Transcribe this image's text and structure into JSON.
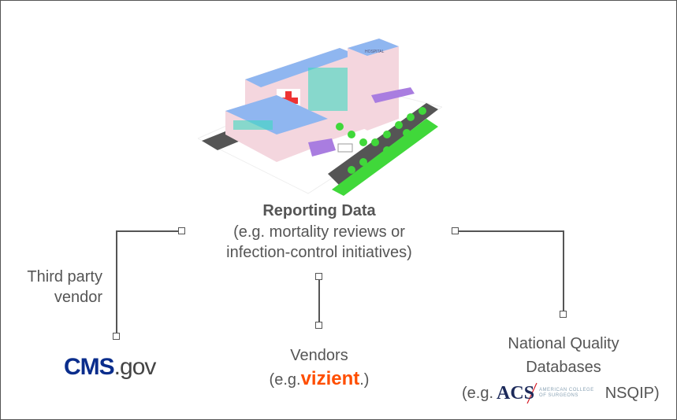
{
  "center": {
    "title": "Reporting Data",
    "line1": "(e.g. mortality reviews or",
    "line2": "infection-control initiatives)"
  },
  "left": {
    "line1": "Third party",
    "line2": "vendor",
    "logo": {
      "bold": "CMS",
      "rest": ".gov"
    }
  },
  "middle": {
    "line1": "Vendors",
    "prefix": "(e.g.",
    "logo": "vizient",
    "suffix": ".)"
  },
  "right": {
    "line1": "National Quality",
    "line2": "Databases",
    "prefix": "(e.g.",
    "logo_mark": "ACS",
    "logo_text1": "AMERICAN COLLEGE",
    "logo_text2": "OF SURGEONS",
    "suffix": "NSQIP)"
  },
  "illustration": {
    "sign": "HOSPITAL"
  },
  "colors": {
    "text": "#555555",
    "cms_blue": "#0a2d8c",
    "vizient_orange": "#ff4e00",
    "acs_navy": "#1c2a5a",
    "acs_red": "#d6202a"
  }
}
